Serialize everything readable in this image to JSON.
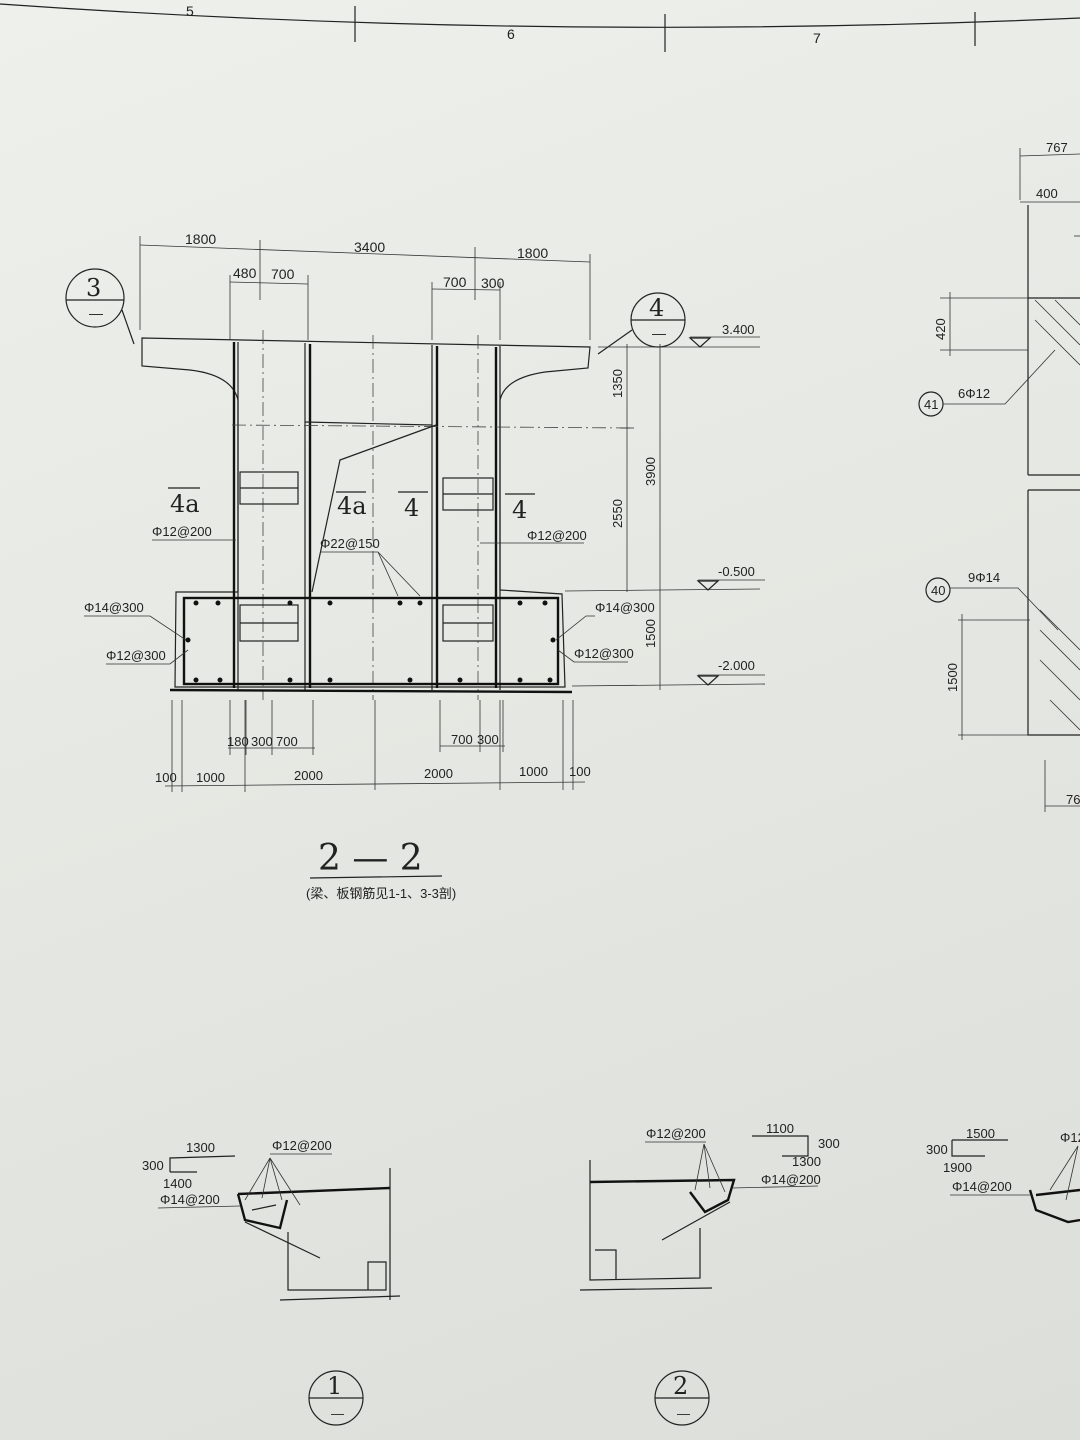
{
  "header": {
    "grid_labels": [
      "5",
      "6",
      "7"
    ]
  },
  "section_2_2": {
    "title": "2 — 2",
    "subtitle": "(梁、板钢筋见1-1、3-3剖)",
    "callout_left": {
      "num": "3",
      "sub": "—"
    },
    "callout_right": {
      "num": "4",
      "sub": "—"
    },
    "top_dims": {
      "d1800a": "1800",
      "d3400": "3400",
      "d1800b": "1800",
      "d480": "480",
      "d700a": "700",
      "d700b": "700",
      "d300": "300"
    },
    "labels": {
      "l4a_left": "4a",
      "l4a_mid": "4a",
      "l4_mid": "4",
      "l4_right": "4"
    },
    "rebar": {
      "r12_200_left": "Φ12@200",
      "r12_200_right": "Φ12@200",
      "r22_150": "Φ22@150",
      "r14_300_left": "Φ14@300",
      "r14_300_right": "Φ14@300",
      "r12_300_left": "Φ12@300",
      "r12_300_right": "Φ12@300"
    },
    "elevations": {
      "e_top": "3.400",
      "e_mid": "-0.500",
      "e_bot": "-2.000"
    },
    "vert_dims": {
      "v1350": "1350",
      "v2550": "2550",
      "v3900": "3900",
      "v1500": "1500"
    },
    "bottom_dims_1": {
      "b180": "180",
      "b300a": "300",
      "b700a": "700",
      "b700b": "700",
      "b300b": "300"
    },
    "bottom_dims_2": {
      "c100a": "100",
      "c1000a": "1000",
      "c2000a": "2000",
      "c2000b": "2000",
      "c1000b": "1000",
      "c100b": "100"
    }
  },
  "right_detail": {
    "d767": "767",
    "d400": "400",
    "d420": "420",
    "d1500": "1500",
    "d76": "76",
    "callout_41": "41",
    "callout_40": "40",
    "rebar_41": "6Φ12",
    "rebar_40": "9Φ14"
  },
  "detail_1": {
    "num": "1",
    "sub": "—",
    "d300": "300",
    "d1300": "1300",
    "d1400": "1400",
    "rebar_top": "Φ12@200",
    "rebar_bot": "Φ14@200"
  },
  "detail_2": {
    "num": "2",
    "sub": "—",
    "rebar_top": "Φ12@200",
    "d1100": "1100",
    "d300": "300",
    "d1300": "1300",
    "rebar_bot": "Φ14@200"
  },
  "detail_3": {
    "d300": "300",
    "d1500": "1500",
    "d1900": "1900",
    "rebar_bot": "Φ14@200",
    "rebar_top_partial": "Φ12"
  }
}
